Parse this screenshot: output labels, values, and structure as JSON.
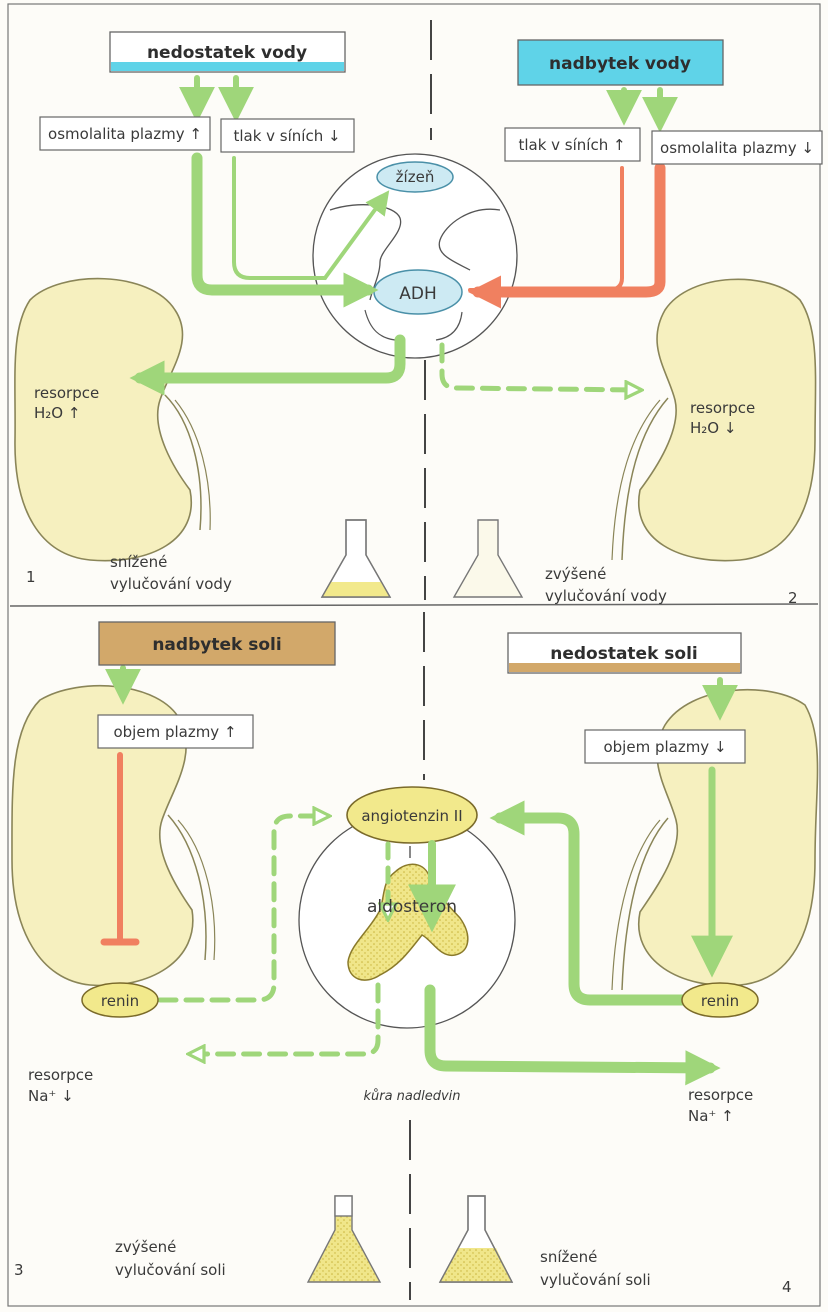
{
  "panel1": {
    "header": "nedostatek vody",
    "box_a": "osmolalita plazmy ↑",
    "box_b": "tlak v síních ↓",
    "kidney_label_1": "resorpce",
    "kidney_label_2": "H₂O ↑",
    "result_1": "snížené",
    "result_2": "vylučování vody",
    "number": "1"
  },
  "panel2": {
    "header": "nadbytek vody",
    "box_a": "tlak v síních ↑",
    "box_b": "osmolalita plazmy ↓",
    "kidney_label_1": "resorpce",
    "kidney_label_2": "H₂O ↓",
    "result_1": "zvýšené",
    "result_2": "vylučování vody",
    "number": "2"
  },
  "brain": {
    "thirst": "žízeň",
    "hormone": "ADH"
  },
  "panel3": {
    "header": "nadbytek soli",
    "box": "objem plazmy ↑",
    "renin": "renin",
    "kidney_label_1": "resorpce",
    "kidney_label_2": "Na⁺ ↓",
    "result_1": "zvýšené",
    "result_2": "vylučování soli",
    "number": "3"
  },
  "panel4": {
    "header": "nedostatek soli",
    "box": "objem plazmy ↓",
    "renin": "renin",
    "kidney_label_1": "resorpce",
    "kidney_label_2": "Na⁺ ↑",
    "result_1": "snížené",
    "result_2": "vylučování soli",
    "number": "4"
  },
  "adrenal": {
    "angiotensin": "angiotenzin II",
    "aldosterone": "aldosteron",
    "cortex": "kůra nadledvin"
  },
  "colors": {
    "green_arrow": "#9fd67a",
    "red_arrow": "#f08060",
    "kidney": "#f6f0bf",
    "cyan": "#5fd3e8",
    "tan": "#d2a86a",
    "pale_blue": "#cdeaf3",
    "yellow": "#f2e98c"
  }
}
